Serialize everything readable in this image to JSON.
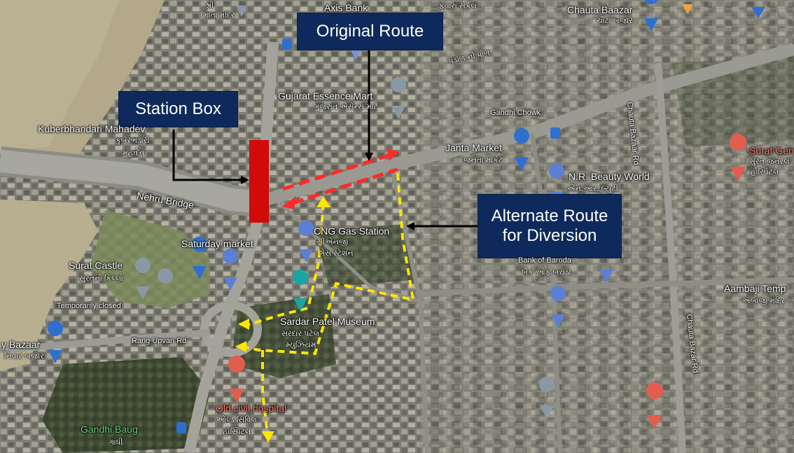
{
  "callouts": {
    "original_route": "Original Route",
    "station_box": "Station Box",
    "alternate_line1": "Alternate Route",
    "alternate_line2": "for Diversion"
  },
  "places": {
    "mata_mandir": "માતા મંદિર",
    "shri": "શ્રી",
    "axis_bank": "Axis Bank",
    "chauta_bazaar": "Chauta Baazar",
    "chauta_bazaar_guj": "ચૌટા બજાર",
    "guj_top_center": "ફુવારા સર્કલ",
    "pandol_ni_pol": "પંડોળ ની પોળ",
    "gujarat_essence_mart": "Gujarat Essence Mart",
    "gujarat_essence_guj": "ગુજરાત એસેન્સ માર્ટ",
    "gandhi_chowk": "Gandhi Chowk",
    "kuberbhandari": "Kuberbhandari Mahadev",
    "kuberbhandari_guj1": "કુબેરભંડારી",
    "kuberbhandari_guj2": "મહાદેવ",
    "janta_market": "Janta Market",
    "janta_market_guj": "જનતા માર્કેટ",
    "surat_gen": "Surat Gen",
    "surat_gen_guj1": "સુરત જનરલ",
    "surat_gen_guj2": "હોસ્પિટલ",
    "nr_beauty": "N.R. Beauty World",
    "nr_beauty_guj": "એન.આર. બ્યુટી",
    "nehru_bridge": "Nehru Bridge",
    "cng_station": "CNG Gas Station",
    "cng_guj1": "સીએનજી",
    "cng_guj2": "ગેસ સ્ટેશન",
    "saturday_market": "Saturday market",
    "bank_of_baroda": "Bank of Baroda",
    "bank_of_baroda_guj": "બેંક ઓફ બરોડા",
    "surat_castle": "Surat Castle",
    "surat_castle_guj": "સુરતનો કિલ્લો",
    "temporarily_closed": "Temporarily closed",
    "aambaji": "Aambaji Temp",
    "aambaji_guj": "અંબાજી મંદિર",
    "sardar_patel": "Sardar Patel Museum",
    "sardar_patel_guj1": "સરદાર પટેલ",
    "sardar_patel_guj2": "મ્યુઝિયમ",
    "bazaar_left": "y Bazaar",
    "bazaar_left_guj": "નિવાર બજાર",
    "rang_upvan": "Rang Upvan Rd",
    "chauta_bazar_rd": "Chauta Bazar Rd",
    "old_civil": "Old civil hospital",
    "old_civil_guj1": "ઓલ્ડ સિવિલ",
    "old_civil_guj2": "હોસ્પિટલ",
    "gandhi_baug": "Gandhi Baug",
    "gandhi_baug_guj": "ગાંધી",
    "chauta_bazaar_rd_top": "Chauta Bazaar Rd"
  },
  "colors": {
    "callout_bg": "#0e2a5c",
    "station_box": "#d10a0a",
    "original_route": "#ff2a2a",
    "alternate_route": "#ffe600",
    "river": "#b3a98a",
    "city": "#8a8a80"
  },
  "icons": {
    "bus": "bus-stop-icon",
    "shop": "shopping-cart-icon",
    "hospital": "hospital-icon",
    "pin": "location-pin-icon",
    "atm": "atm-icon",
    "fuel": "fuel-station-icon",
    "museum": "museum-icon",
    "school": "school-icon"
  }
}
